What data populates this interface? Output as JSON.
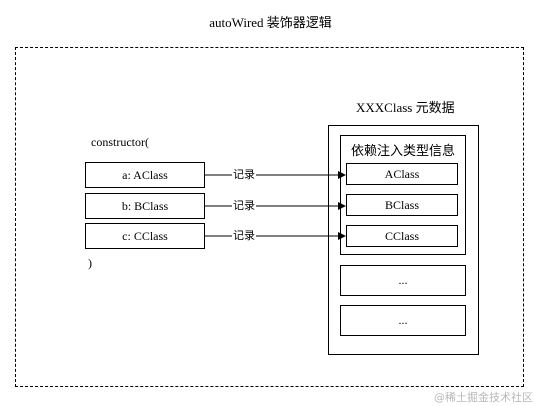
{
  "title": "autoWired 装饰器逻辑",
  "constructor_open": "constructor(",
  "constructor_close": ")",
  "params": [
    "a: AClass",
    "b: BClass",
    "c: CClass"
  ],
  "arrow_label": "记录",
  "metadata_title": "XXXClass 元数据",
  "info_title": "依赖注入类型信息",
  "info_items": [
    "AClass",
    "BClass",
    "CClass"
  ],
  "extra_items": [
    "...",
    "..."
  ],
  "watermark": "@稀土掘金技术社区"
}
